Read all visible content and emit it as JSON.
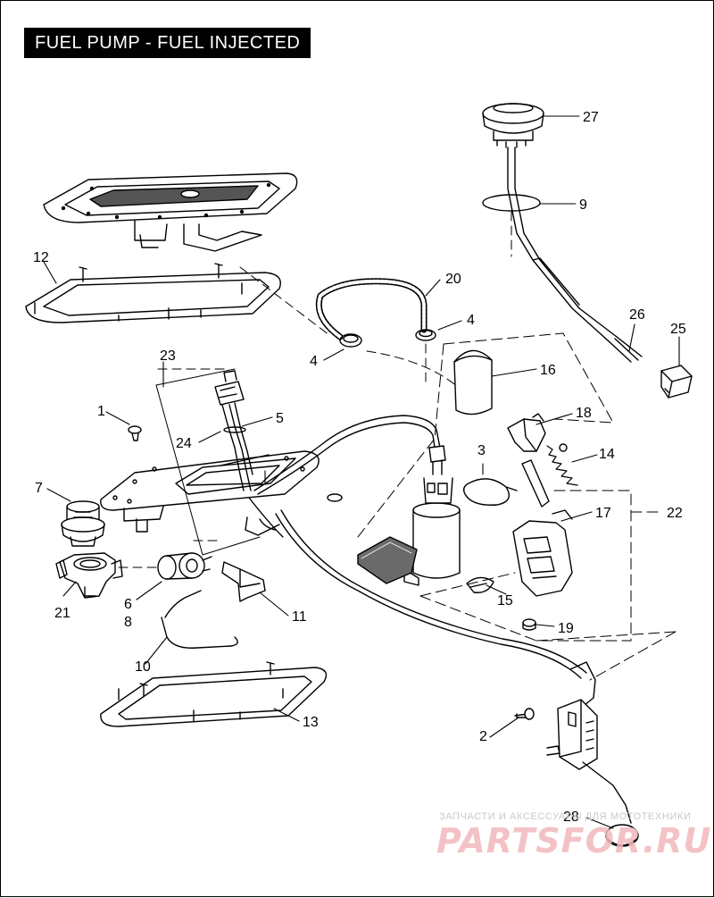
{
  "title": "FUEL PUMP - FUEL INJECTED",
  "callouts": {
    "c1": "1",
    "c2": "2",
    "c3": "3",
    "c4a": "4",
    "c4b": "4",
    "c5": "5",
    "c6": "6",
    "c7": "7",
    "c8": "8",
    "c9": "9",
    "c10": "10",
    "c11": "11",
    "c12": "12",
    "c13": "13",
    "c14": "14",
    "c15": "15",
    "c16": "16",
    "c17": "17",
    "c18": "18",
    "c19": "19",
    "c20": "20",
    "c21": "21",
    "c22": "22",
    "c23": "23",
    "c24": "24",
    "c25": "25",
    "c26": "26",
    "c27": "27",
    "c28": "28"
  },
  "watermark": {
    "line1": "ЗАПЧАСТИ И АКСЕССУАРЫ ДЛЯ МОТОТЕХНИКИ",
    "line2": "PARTSFOR.RU"
  }
}
